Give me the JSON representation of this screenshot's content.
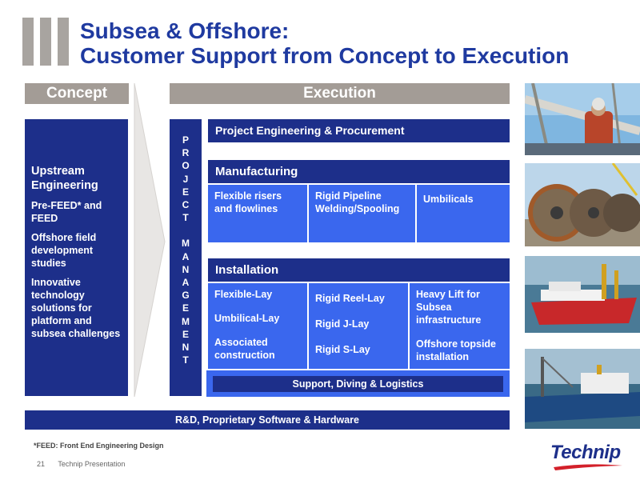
{
  "title": {
    "line1": "Subsea & Offshore:",
    "line2": "Customer Support from Concept to Execution"
  },
  "headers": {
    "concept": "Concept",
    "execution": "Execution"
  },
  "concept": {
    "heading": "Upstream Engineering",
    "items": [
      "Pre-FEED* and FEED",
      "Offshore field development studies",
      "Innovative technology solutions for platform and subsea challenges"
    ]
  },
  "project_management": {
    "line1": "PROJECT",
    "line2": "MANAGEMENT"
  },
  "execution": {
    "project_engineering": "Project Engineering & Procurement",
    "manufacturing": {
      "title": "Manufacturing",
      "cells": [
        [
          "Flexible risers and flowlines"
        ],
        [
          "Rigid Pipeline Welding/Spooling"
        ],
        [
          "Umbilicals"
        ]
      ]
    },
    "installation": {
      "title": "Installation",
      "cells": [
        [
          "Flexible-Lay",
          "Umbilical-Lay",
          "Associated construction"
        ],
        [
          "Rigid Reel-Lay",
          "Rigid J-Lay",
          "Rigid S-Lay"
        ],
        [
          "Heavy Lift  for Subsea infrastructure",
          "Offshore topside installation"
        ]
      ]
    },
    "support": "Support, Diving & Logistics"
  },
  "rd_bar": "R&D,  Proprietary Software & Hardware",
  "footnote": "*FEED: Front End Engineering Design",
  "footer": {
    "page_number": "21",
    "label": "Technip Presentation"
  },
  "logo": "Technip",
  "colors": {
    "title_blue": "#1f3aa0",
    "navy": "#1d2f8a",
    "bright_blue": "#3a67ee",
    "header_gray": "#a39c96",
    "logo_red": "#d3202a"
  },
  "photos": [
    "offshore-workers-photo",
    "cable-reels-photo",
    "vessel-photo",
    "construction-vessel-photo"
  ]
}
